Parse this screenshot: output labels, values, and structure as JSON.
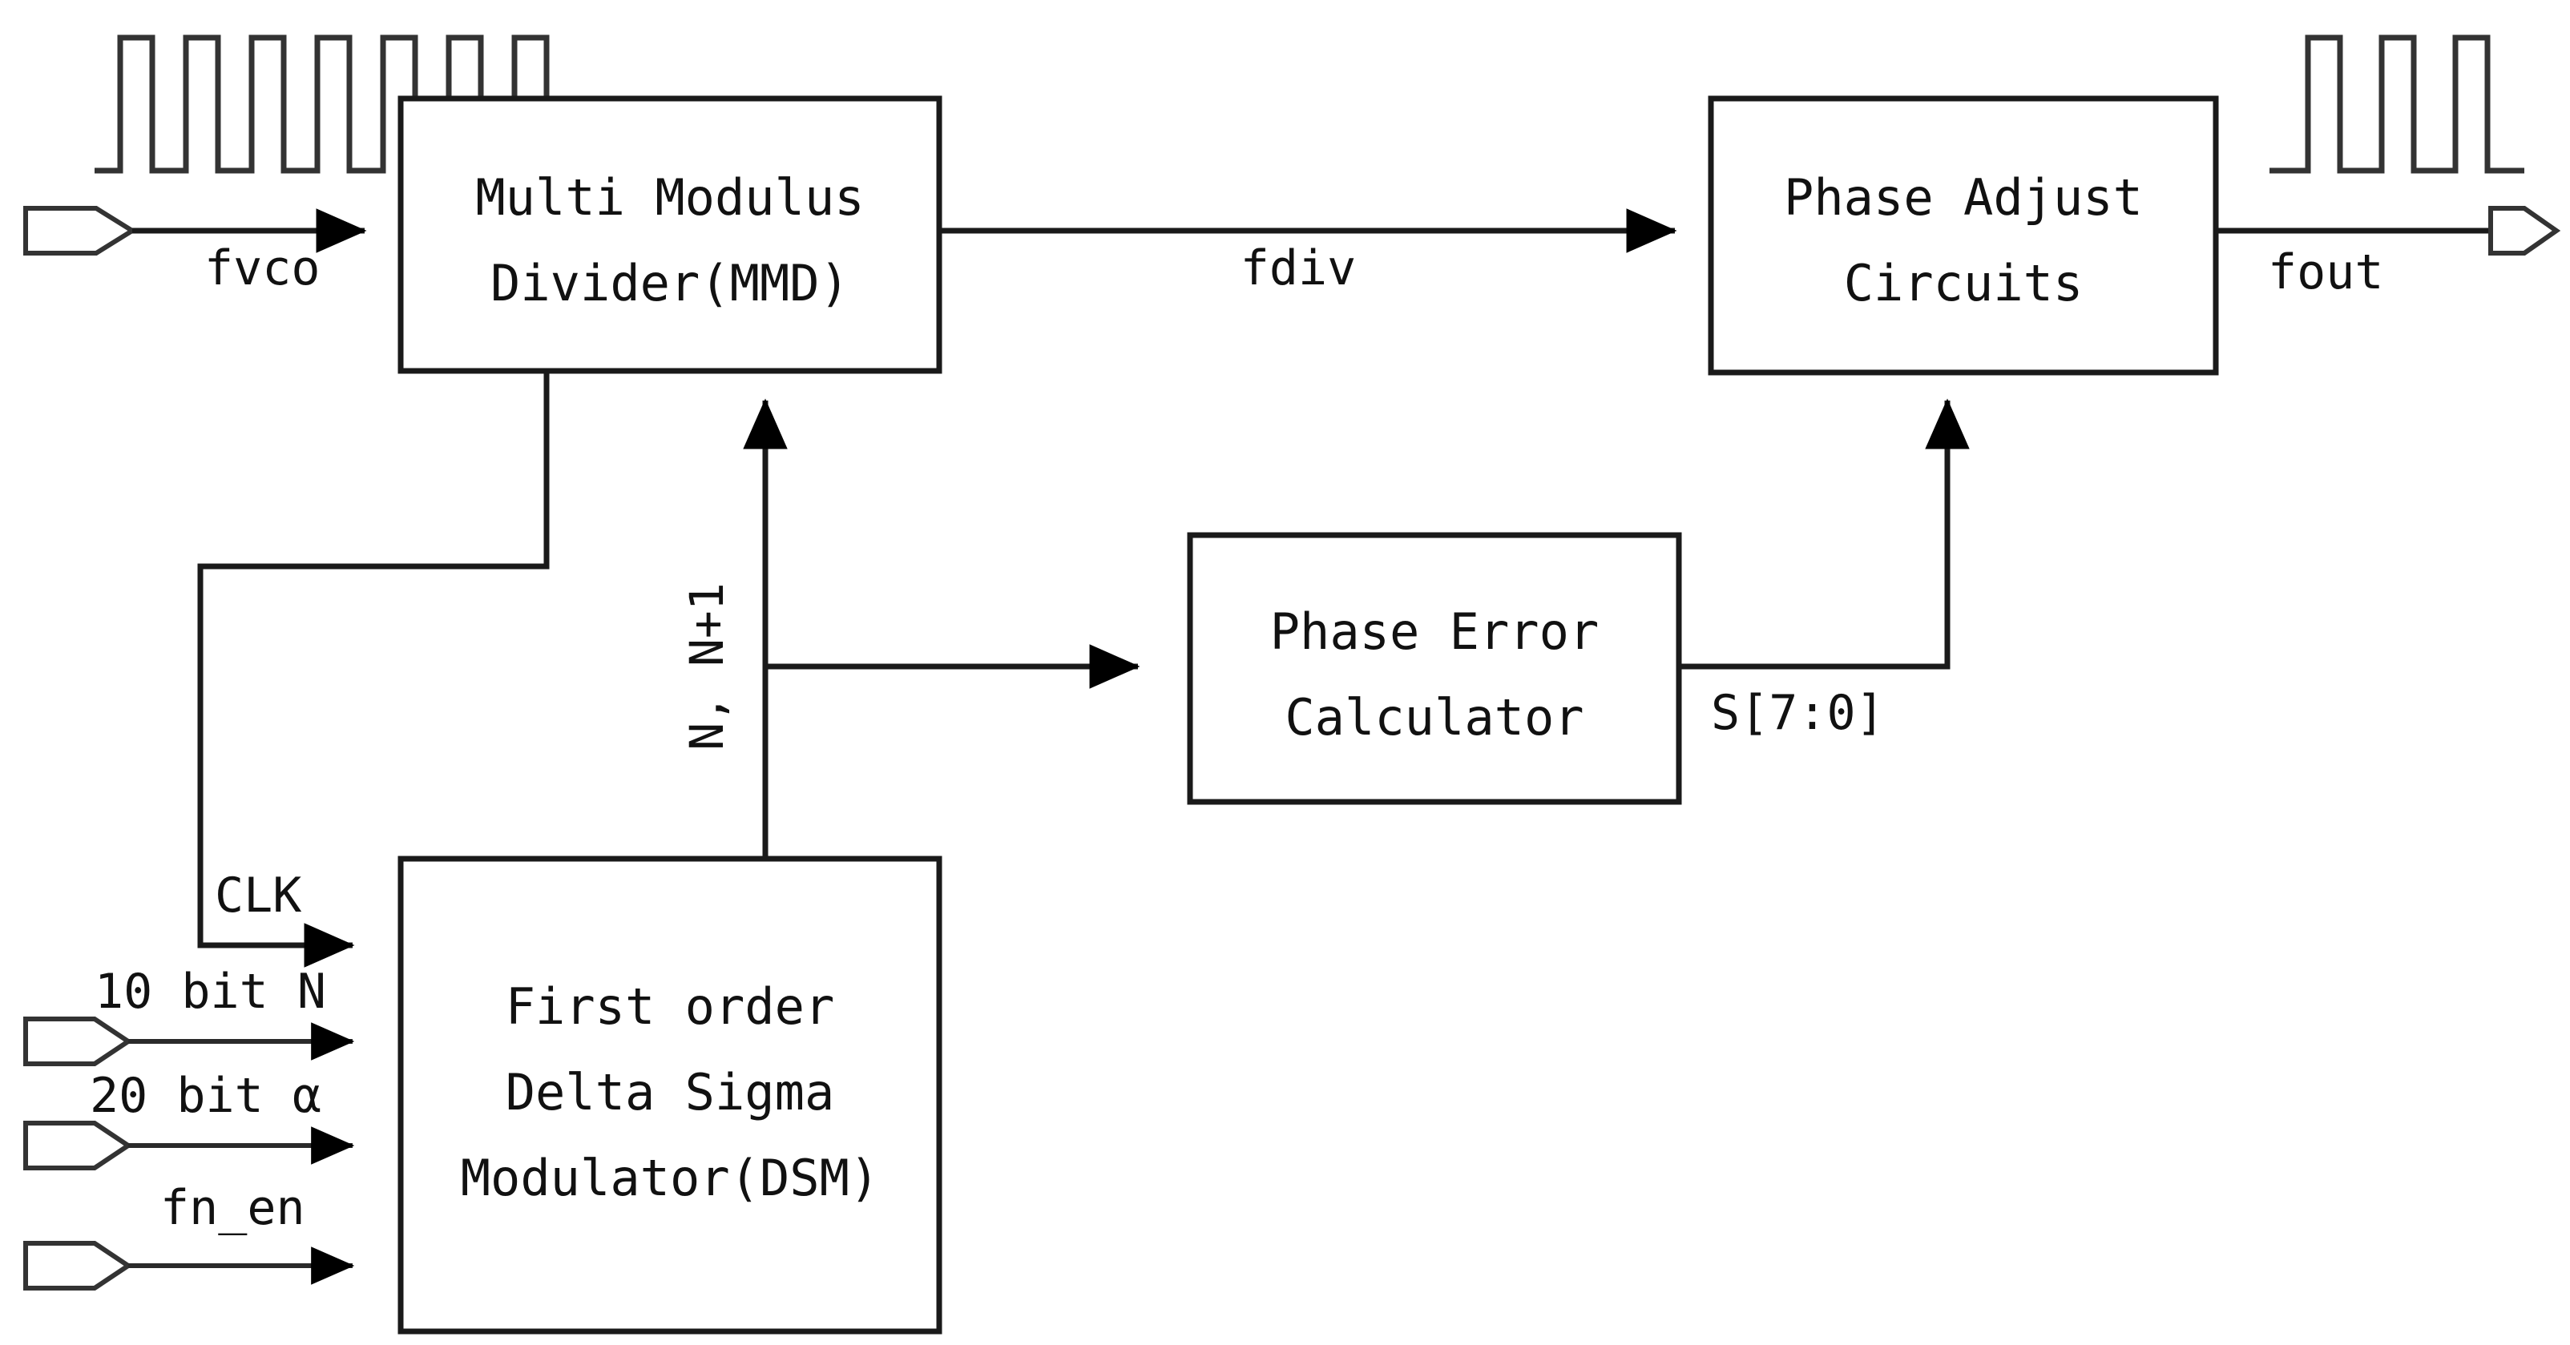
{
  "diagram": {
    "title": "Fractional-N frequency divider with phase adjustment block diagram",
    "type": "block-diagram",
    "stroke_color": "#1a1a1a",
    "background_color": "#ffffff"
  },
  "blocks": [
    {
      "id": "mmd",
      "line1": "Multi Modulus",
      "line2": "Divider(MMD)",
      "line3": ""
    },
    {
      "id": "pac",
      "line1": "Phase Adjust",
      "line2": "Circuits",
      "line3": ""
    },
    {
      "id": "pec",
      "line1": "Phase Error",
      "line2": "Calculator",
      "line3": ""
    },
    {
      "id": "dsm",
      "line1": "First order",
      "line2": "Delta Sigma",
      "line3": "Modulator(DSM)"
    }
  ],
  "signals": {
    "fvco": "fvco",
    "fdiv": "fdiv",
    "fout": "fout",
    "n_np1": "N, N+1",
    "s_bus": "S[7:0]",
    "clk": "CLK",
    "n_in": "10 bit N",
    "alpha_in": "20 bit α",
    "fn_en": "fn_en"
  },
  "waveforms": {
    "input": {
      "name": "fvco-waveform",
      "pulses": 7,
      "description": "high frequency square wave"
    },
    "output": {
      "name": "fout-waveform",
      "pulses": 3,
      "description": "low frequency square wave"
    }
  },
  "ports": [
    {
      "name": "fvco-input-port",
      "direction": "input",
      "label": "fvco"
    },
    {
      "name": "n-input-port",
      "direction": "input",
      "label": "10 bit N"
    },
    {
      "name": "alpha-input-port",
      "direction": "input",
      "label": "20 bit α"
    },
    {
      "name": "fn-en-input-port",
      "direction": "input",
      "label": "fn_en"
    },
    {
      "name": "fout-output-port",
      "direction": "output",
      "label": "fout"
    }
  ]
}
